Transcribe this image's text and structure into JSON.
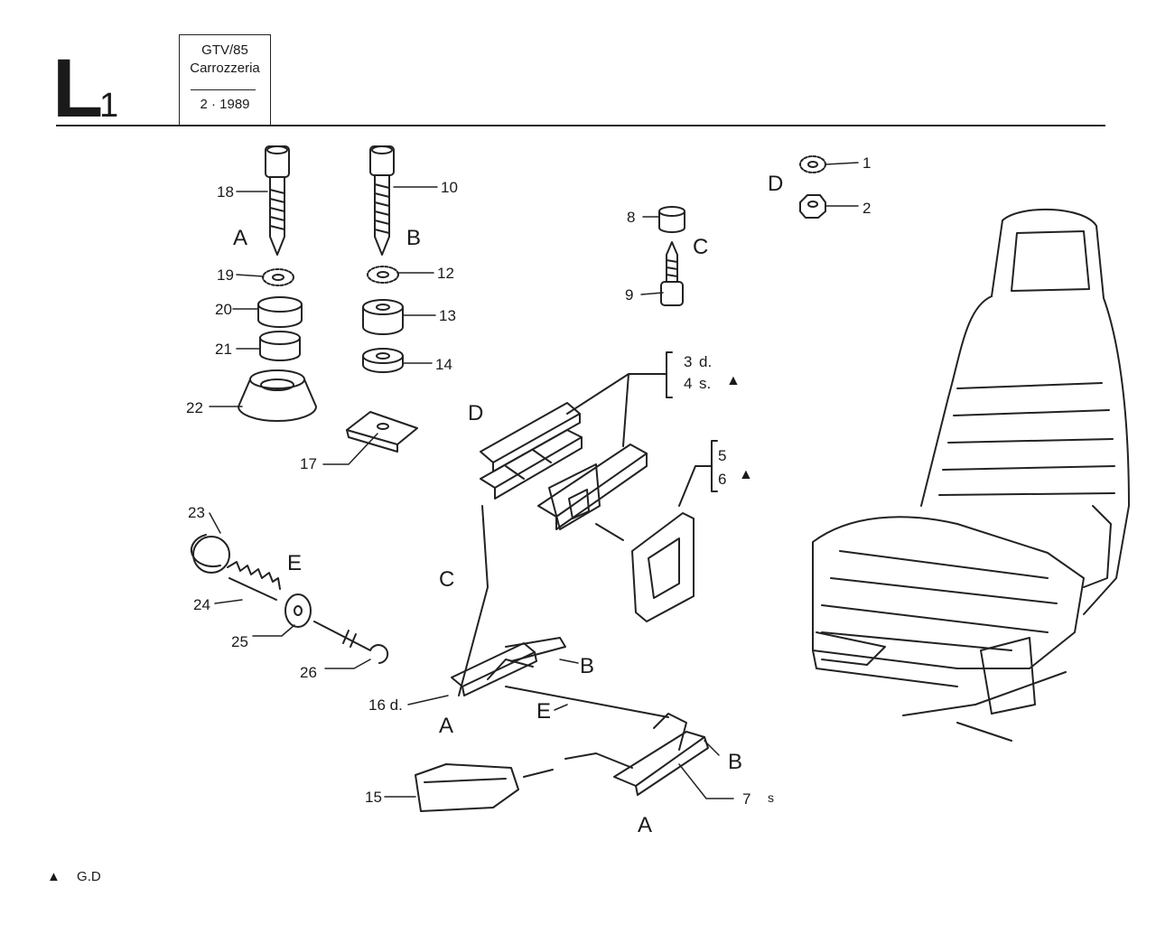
{
  "header": {
    "section_letter": "L",
    "section_number": "1",
    "model": "GTV/85",
    "description": "Carrozzeria",
    "date": "2 · 1989"
  },
  "labels": {
    "r1": "1",
    "r2": "2",
    "r3": "3",
    "r3s": "d.",
    "r4": "4",
    "r4s": "s.",
    "r5": "5",
    "r6": "6",
    "r7": "7",
    "r7s": "s",
    "r8": "8",
    "r9": "9",
    "r10": "10",
    "r12": "12",
    "r13": "13",
    "r14": "14",
    "r15": "15",
    "r16": "16 d.",
    "r17": "17",
    "r18": "18",
    "r19": "19",
    "r20": "20",
    "r21": "21",
    "r22": "22",
    "r23": "23",
    "r24": "24",
    "r25": "25",
    "r26": "26"
  },
  "groups": {
    "A": "A",
    "B": "B",
    "C": "C",
    "D": "D",
    "E": "E"
  },
  "legend": {
    "symbol": "▲",
    "text": "G.D"
  }
}
